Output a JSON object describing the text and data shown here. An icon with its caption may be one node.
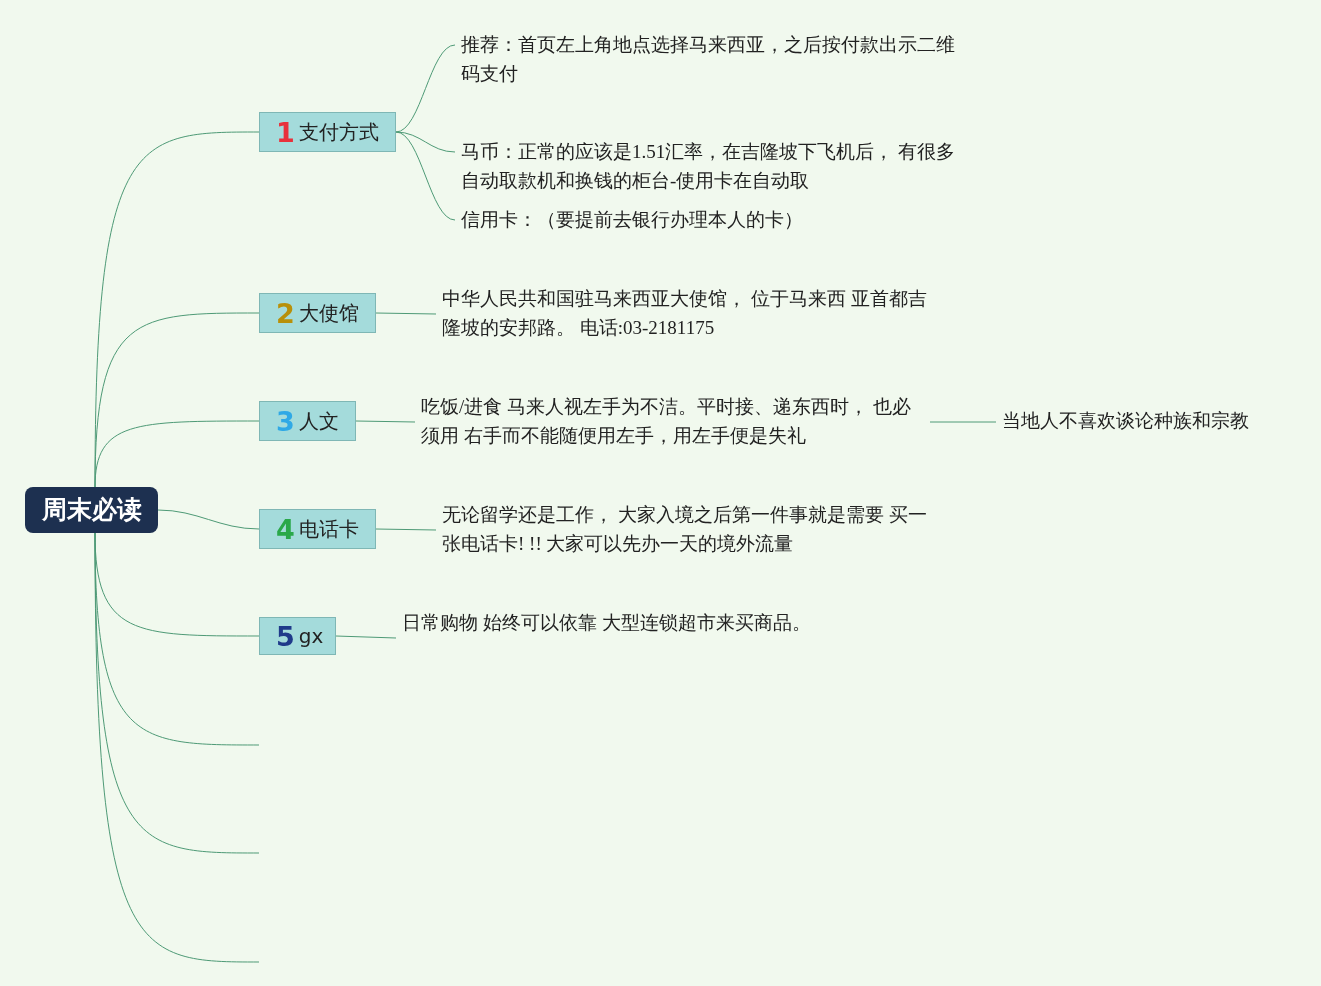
{
  "diagram": {
    "nodes": [
      {
        "text": [
          "周末必读"
        ]
      },
      {
        "text": [
          "1",
          "支付方式"
        ]
      },
      {
        "text": [
          "推荐：首页左上角地点选择马来西亚，之后按付款出示二维码支付"
        ]
      },
      {
        "text": [
          "马币：正常的应该是1.51汇率，在吉隆坡下飞机后， 有很多自动取款机和换钱的柜台-使用卡在自动取"
        ]
      },
      {
        "text": [
          "信用卡：（要提前去银行办理本人的卡）"
        ]
      },
      {
        "text": [
          "2",
          "大使馆"
        ]
      },
      {
        "text": [
          "中华人民共和国驻马来西亚大使馆， 位于马来西 亚首都吉隆坡的安邦路。 电话:03-2181175"
        ]
      },
      {
        "text": [
          "3",
          "人文"
        ]
      },
      {
        "text": [
          "吃饭/进食 马来人视左手为不洁。平时接、递东西时， 也必须用 右手而不能随便用左手，用左手便是失礼"
        ]
      },
      {
        "text": [
          "当地人不喜欢谈论种族和宗教"
        ]
      },
      {
        "text": [
          "4",
          "电话卡"
        ]
      },
      {
        "text": [
          "无论留学还是工作， 大家入境之后第一件事就是需要 买一张电话卡! !! 大家可以先办一天的境外流量"
        ]
      },
      {
        "text": [
          "5",
          "gx"
        ]
      },
      {
        "text": [
          "日常购物 始终可以依靠 大型连锁超市来买商品。"
        ]
      }
    ],
    "edges": [
      {
        "from": 0,
        "to": 1,
        "arrow": "none"
      },
      {
        "from": 0,
        "to": 5,
        "arrow": "none"
      },
      {
        "from": 0,
        "to": 7,
        "arrow": "none"
      },
      {
        "from": 0,
        "to": 10,
        "arrow": "none"
      },
      {
        "from": 0,
        "to": 12,
        "arrow": "none"
      },
      {
        "from": 0,
        "to": null,
        "arrow": "none"
      },
      {
        "from": 0,
        "to": null,
        "arrow": "none"
      },
      {
        "from": 0,
        "to": null,
        "arrow": "none"
      },
      {
        "from": 1,
        "to": 2,
        "arrow": "none"
      },
      {
        "from": 1,
        "to": 3,
        "arrow": "none"
      },
      {
        "from": 1,
        "to": 4,
        "arrow": "none"
      },
      {
        "from": 5,
        "to": 6,
        "arrow": "none"
      },
      {
        "from": 7,
        "to": 8,
        "arrow": "none"
      },
      {
        "from": 8,
        "to": 9,
        "arrow": "none"
      },
      {
        "from": 10,
        "to": 11,
        "arrow": "none"
      },
      {
        "from": 12,
        "to": 13,
        "arrow": "none"
      }
    ]
  }
}
